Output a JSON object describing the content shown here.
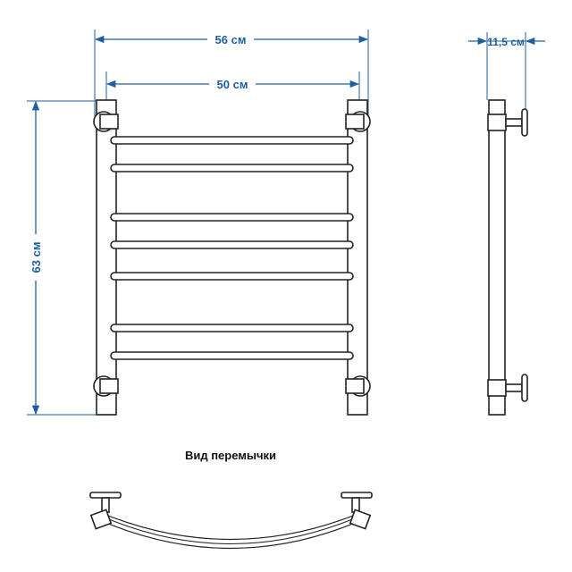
{
  "dimensions": {
    "overall_width": "56 см",
    "inner_width": "50 см",
    "height": "63 см",
    "depth": "11,5 см"
  },
  "caption": "Вид перемычки",
  "colors": {
    "dimension": "#1f5fa0",
    "outline": "#222222",
    "background": "#ffffff"
  }
}
